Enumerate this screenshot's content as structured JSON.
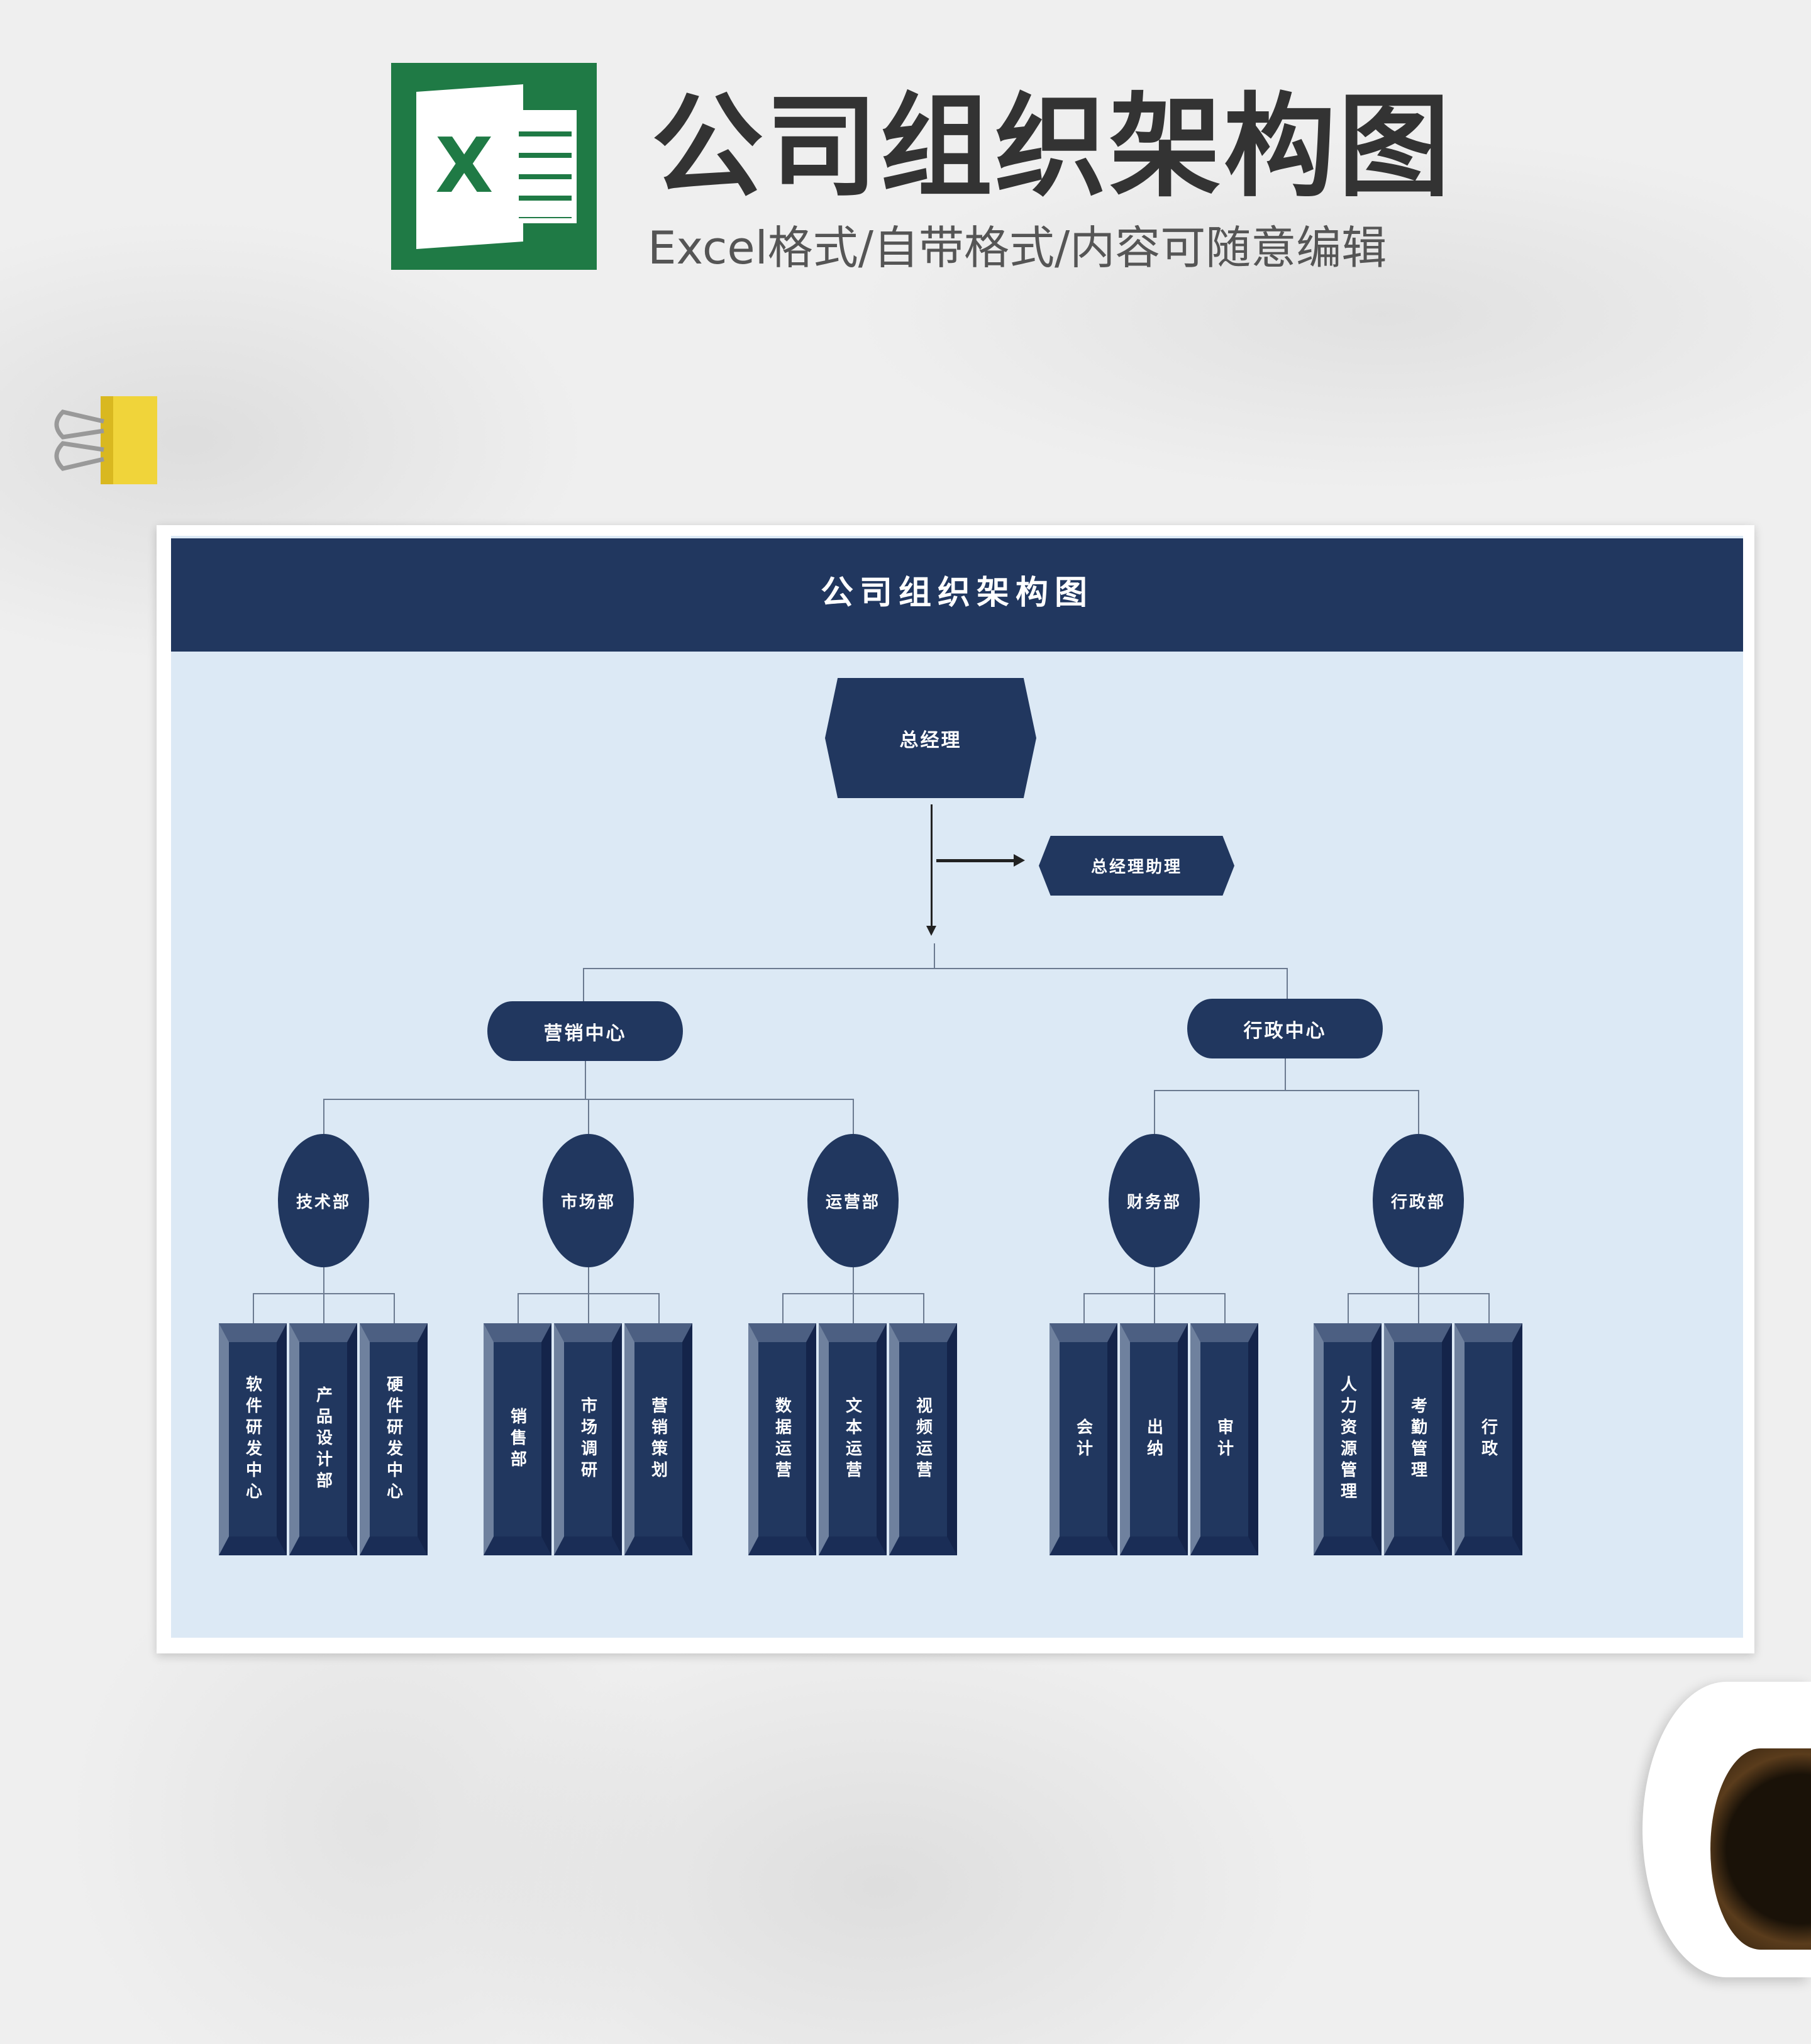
{
  "header": {
    "title": "公司组织架构图",
    "subtitle": "Excel格式/自带格式/内容可随意编辑",
    "logo_letter": "X"
  },
  "colors": {
    "navy": "#21375f",
    "sheet": "#dce9f5",
    "excel_green": "#1f7a45"
  },
  "chart": {
    "title": "公司组织架构图",
    "ceo": "总经理",
    "assistant": "总经理助理",
    "centers": [
      {
        "label": "营销中心",
        "departments": [
          {
            "label": "技术部",
            "units": [
              "软件研发中心",
              "产品设计部",
              "硬件研发中心"
            ]
          },
          {
            "label": "市场部",
            "units": [
              "销售部",
              "市场调研",
              "营销策划"
            ]
          },
          {
            "label": "运营部",
            "units": [
              "数据运营",
              "文本运营",
              "视频运营"
            ]
          }
        ]
      },
      {
        "label": "行政中心",
        "departments": [
          {
            "label": "财务部",
            "units": [
              "会计",
              "出纳",
              "审计"
            ]
          },
          {
            "label": "行政部",
            "units": [
              "人力资源管理",
              "考勤管理",
              "行政"
            ]
          }
        ]
      }
    ]
  }
}
